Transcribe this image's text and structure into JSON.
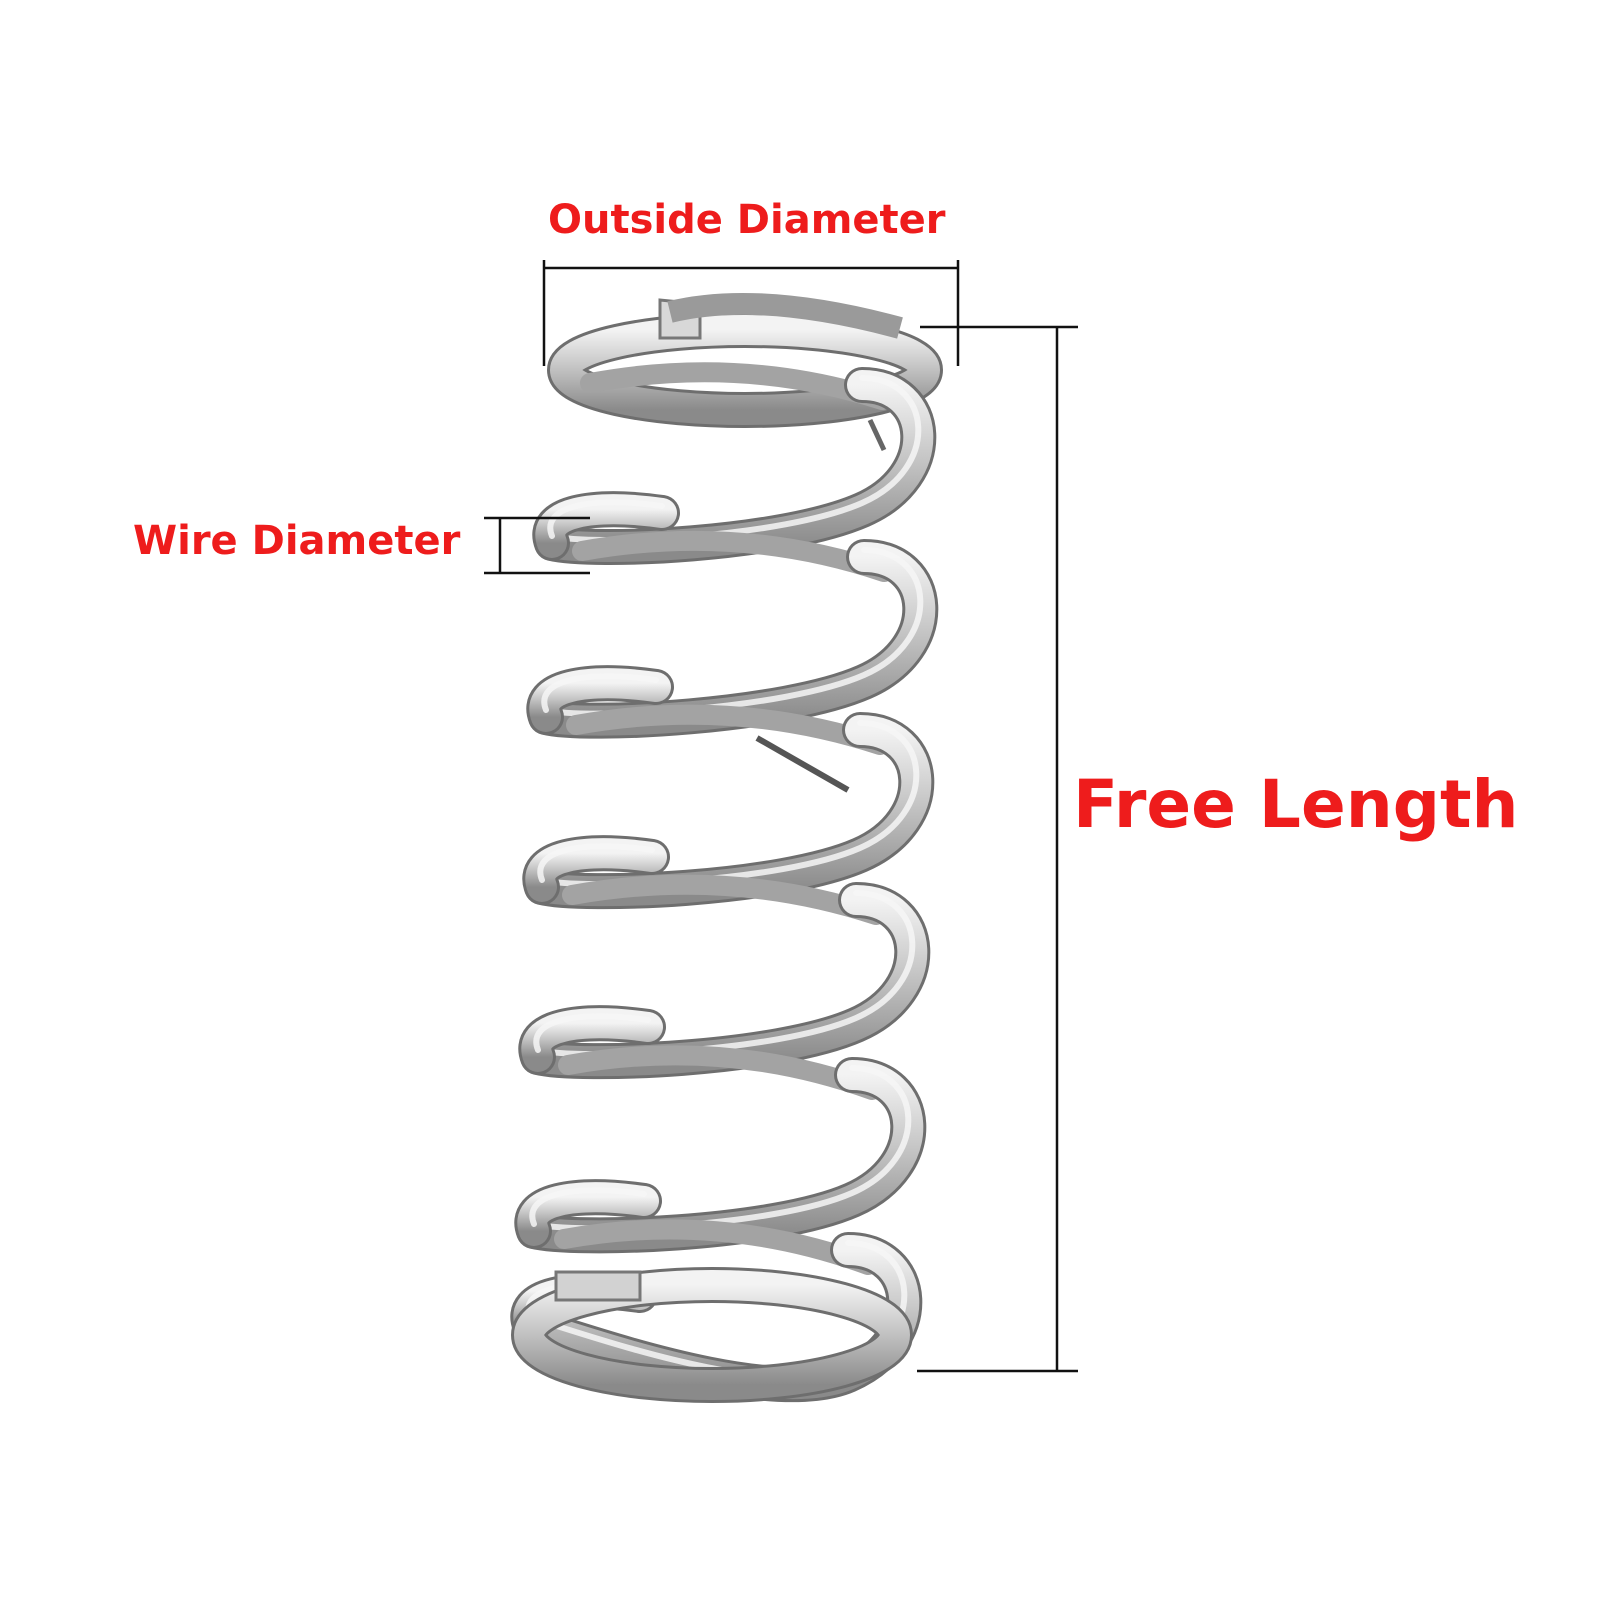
{
  "labels": {
    "outside_diameter": "Outside Diameter",
    "wire_diameter": "Wire Diameter",
    "free_length": "Free Length"
  },
  "colors": {
    "label": "#ee1c1c",
    "dimension_line": "#111111",
    "spring_mid": "#b4b4b4",
    "spring_highlight": "#f0f0f0",
    "spring_shadow": "#6e6e6e"
  },
  "icons": {
    "spring": "compression-spring-illustration"
  }
}
